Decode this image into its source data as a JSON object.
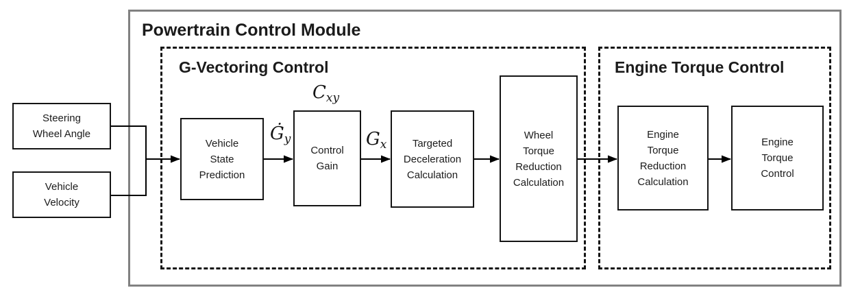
{
  "diagram": {
    "title": "Powertrain Control Module",
    "groups": {
      "gvc": {
        "label": "G-Vectoring Control"
      },
      "etc": {
        "label": "Engine Torque Control"
      }
    },
    "inputs": {
      "steering": {
        "label": "Steering\nWheel Angle"
      },
      "velocity": {
        "label": "Vehicle\nVelocity"
      }
    },
    "blocks": {
      "vehicle_state_prediction": {
        "label": "Vehicle\nState\nPrediction"
      },
      "control_gain": {
        "label": "Control\nGain"
      },
      "targeted_deceleration": {
        "label": "Targeted\nDeceleration\nCalculation"
      },
      "wheel_torque_reduction": {
        "label": "Wheel\nTorque\nReduction\nCalculation"
      },
      "engine_torque_reduction": {
        "label": "Engine\nTorque\nReduction\nCalculation"
      },
      "engine_torque_control": {
        "label": "Engine\nTorque\nControl"
      }
    },
    "signals": {
      "gdot_y": {
        "base": "Ġ",
        "sub": "y"
      },
      "c_xy": {
        "base": "C",
        "sub": "xy"
      },
      "g_x": {
        "base": "G",
        "sub": "x"
      }
    },
    "colors": {
      "outer_border": "#818181",
      "dashed_border": "#141414",
      "block_border": "#141414",
      "line": "#000000",
      "text": "#1b1b1b",
      "background": "#ffffff"
    }
  }
}
